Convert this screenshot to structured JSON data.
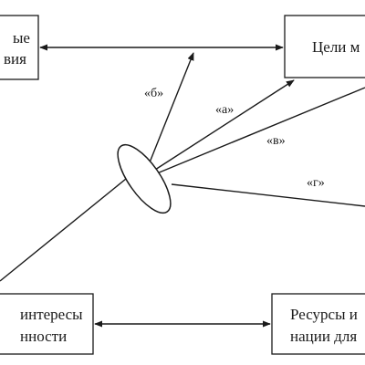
{
  "colors": {
    "stroke": "#1a1a1a",
    "background": "#ffffff"
  },
  "boxes": {
    "top_left": {
      "line1": "ые",
      "line2": "вия"
    },
    "top_right": {
      "line1": "Цели м"
    },
    "bottom_left": {
      "line1": "интересы",
      "line2": "нности"
    },
    "bottom_right": {
      "line1": "Ресурсы и",
      "line2": "нации для"
    }
  },
  "labels": {
    "a": "«а»",
    "b": "«б»",
    "v": "«в»",
    "g": "«г»"
  }
}
